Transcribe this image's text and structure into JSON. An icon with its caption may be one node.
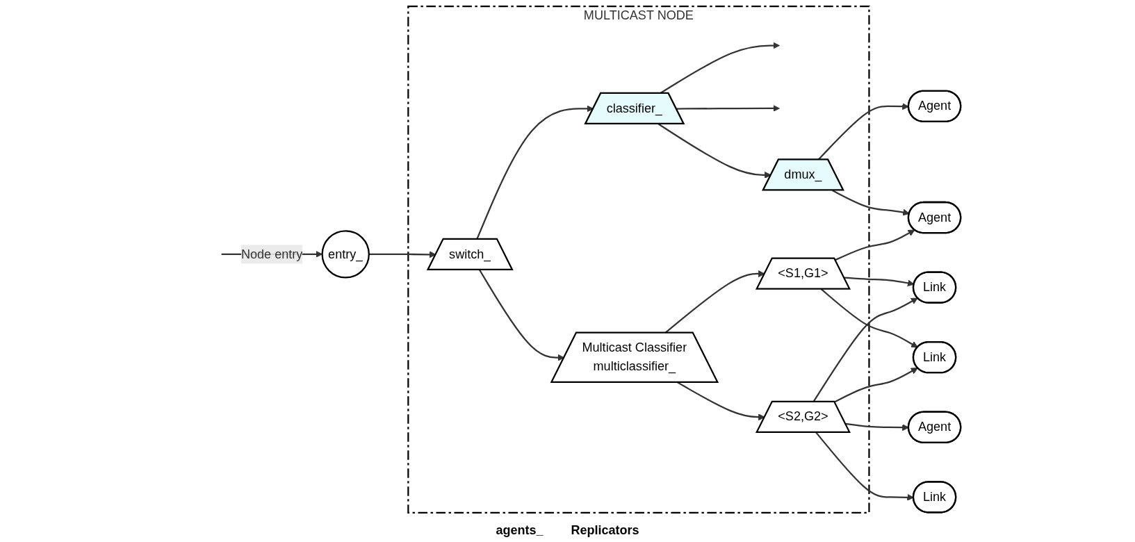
{
  "diagram": {
    "nodes": [
      {
        "text": [
          "MULTICAST NODE"
        ]
      },
      {
        "text": [
          "entry_"
        ]
      },
      {
        "text": [
          "switch_"
        ],
        "in": 0
      },
      {
        "text": [
          "classifier_"
        ],
        "in": 0
      },
      {
        "text": [
          "dmux_"
        ],
        "in": 0
      },
      {
        "text": [
          "Multicast Classifier",
          "multiclassifier_"
        ],
        "in": 0
      },
      {
        "text": [
          "<S1,G1>"
        ],
        "in": 0
      },
      {
        "text": [
          "<S2,G2>"
        ],
        "in": 0
      },
      {
        "text": [
          "Agent"
        ]
      },
      {
        "text": [
          "Agent"
        ]
      },
      {
        "text": [
          "Agent"
        ]
      },
      {
        "text": [
          "Link"
        ]
      },
      {
        "text": [
          "Link"
        ]
      },
      {
        "text": [
          "Link"
        ]
      }
    ],
    "edges": [
      {
        "from": null,
        "to": 1,
        "arrow": "to",
        "label": "Node entry"
      },
      {
        "from": 1,
        "to": 2,
        "arrow": "to"
      },
      {
        "from": 2,
        "to": 3,
        "arrow": "to"
      },
      {
        "from": 2,
        "to": 5,
        "arrow": "to"
      },
      {
        "from": 3,
        "to": 4,
        "arrow": "to"
      },
      {
        "from": 4,
        "to": 8,
        "arrow": "to"
      },
      {
        "from": 4,
        "to": 9,
        "arrow": "to"
      },
      {
        "from": 3,
        "to": null,
        "arrow": "to"
      },
      {
        "from": 3,
        "to": null,
        "arrow": "to"
      },
      {
        "from": 5,
        "to": 6,
        "arrow": "to"
      },
      {
        "from": 5,
        "to": 7,
        "arrow": "to"
      },
      {
        "from": 6,
        "to": 9,
        "arrow": "to"
      },
      {
        "from": 6,
        "to": 13,
        "arrow": "to"
      },
      {
        "from": 6,
        "to": 12,
        "arrow": "to"
      },
      {
        "from": 7,
        "to": 10,
        "arrow": "to"
      },
      {
        "from": 7,
        "to": 13,
        "arrow": "to"
      },
      {
        "from": 7,
        "to": 12,
        "arrow": "to"
      },
      {
        "from": 7,
        "to": 11,
        "arrow": "to"
      }
    ],
    "labels": [
      "agents_",
      "Replicators"
    ]
  }
}
